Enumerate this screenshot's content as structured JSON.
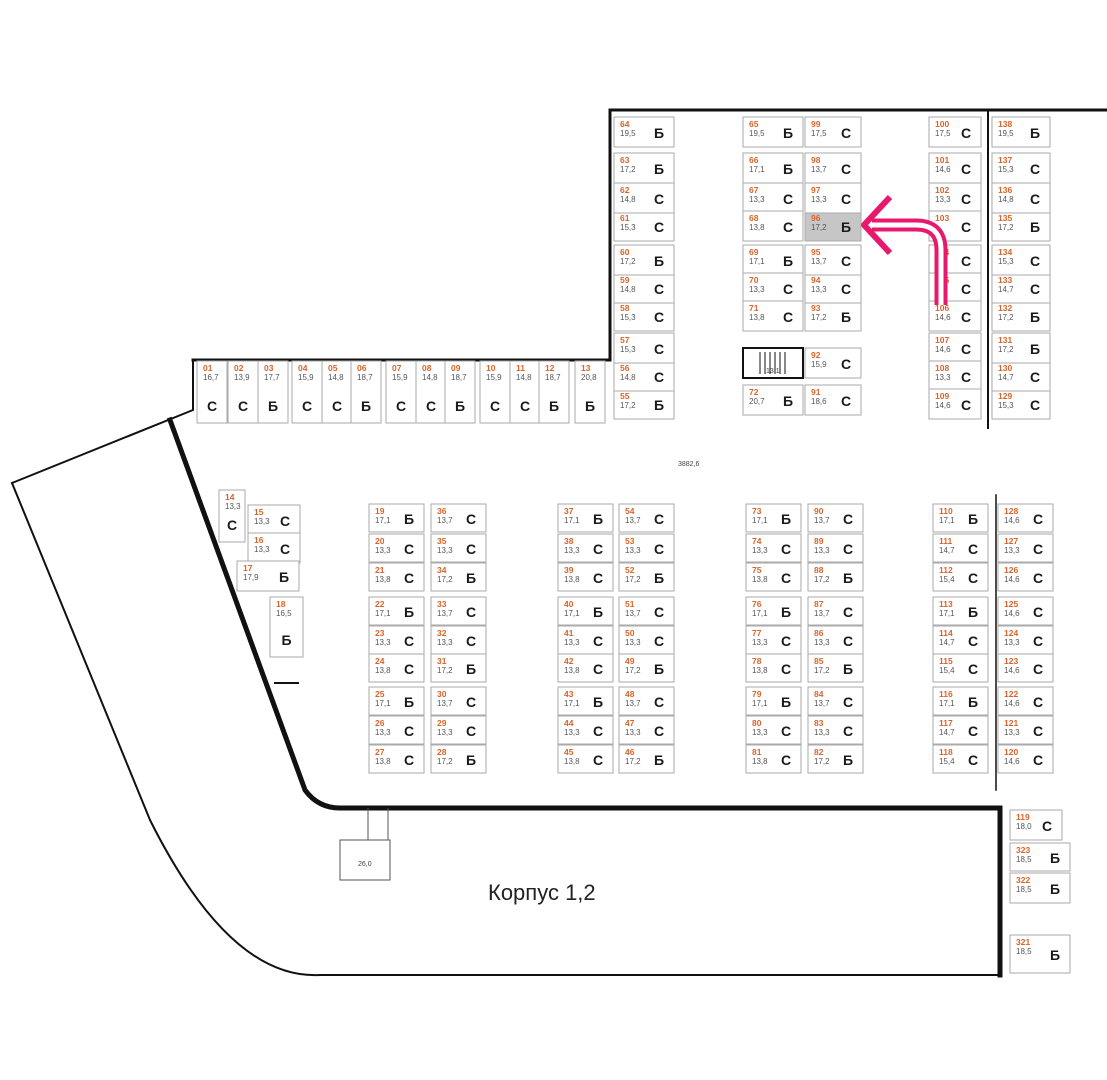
{
  "building_label": "Корпус 1,2",
  "corridor_label": "3882,6",
  "stair_label": "13,1",
  "extra_label": "26,0",
  "colors": {
    "number": "#d9642a",
    "arrow": "#e8186e",
    "highlight": "#c6c6c6"
  },
  "highlighted": "96",
  "spots": [
    {
      "id": "01",
      "area": "16,7",
      "type": "С"
    },
    {
      "id": "02",
      "area": "13,9",
      "type": "С"
    },
    {
      "id": "03",
      "area": "17,7",
      "type": "Б"
    },
    {
      "id": "04",
      "area": "15,9",
      "type": "С"
    },
    {
      "id": "05",
      "area": "14,8",
      "type": "С"
    },
    {
      "id": "06",
      "area": "18,7",
      "type": "Б"
    },
    {
      "id": "07",
      "area": "15,9",
      "type": "С"
    },
    {
      "id": "08",
      "area": "14,8",
      "type": "С"
    },
    {
      "id": "09",
      "area": "18,7",
      "type": "Б"
    },
    {
      "id": "10",
      "area": "15,9",
      "type": "С"
    },
    {
      "id": "11",
      "area": "14,8",
      "type": "С"
    },
    {
      "id": "12",
      "area": "18,7",
      "type": "Б"
    },
    {
      "id": "13",
      "area": "20,8",
      "type": "Б"
    },
    {
      "id": "14",
      "area": "13,3",
      "type": "С"
    },
    {
      "id": "15",
      "area": "13,3",
      "type": "С"
    },
    {
      "id": "16",
      "area": "13,3",
      "type": "С"
    },
    {
      "id": "17",
      "area": "17,9",
      "type": "Б"
    },
    {
      "id": "18",
      "area": "16,5",
      "type": "Б"
    },
    {
      "id": "19",
      "area": "17,1",
      "type": "Б"
    },
    {
      "id": "20",
      "area": "13,3",
      "type": "С"
    },
    {
      "id": "21",
      "area": "13,8",
      "type": "С"
    },
    {
      "id": "22",
      "area": "17,1",
      "type": "Б"
    },
    {
      "id": "23",
      "area": "13,3",
      "type": "С"
    },
    {
      "id": "24",
      "area": "13,8",
      "type": "С"
    },
    {
      "id": "25",
      "area": "17,1",
      "type": "Б"
    },
    {
      "id": "26",
      "area": "13,3",
      "type": "С"
    },
    {
      "id": "27",
      "area": "13,8",
      "type": "С"
    },
    {
      "id": "28",
      "area": "17,2",
      "type": "Б"
    },
    {
      "id": "29",
      "area": "13,3",
      "type": "С"
    },
    {
      "id": "30",
      "area": "13,7",
      "type": "С"
    },
    {
      "id": "31",
      "area": "17,2",
      "type": "Б"
    },
    {
      "id": "32",
      "area": "13,3",
      "type": "С"
    },
    {
      "id": "33",
      "area": "13,7",
      "type": "С"
    },
    {
      "id": "34",
      "area": "17,2",
      "type": "Б"
    },
    {
      "id": "35",
      "area": "13,3",
      "type": "С"
    },
    {
      "id": "36",
      "area": "13,7",
      "type": "С"
    },
    {
      "id": "37",
      "area": "17,1",
      "type": "Б"
    },
    {
      "id": "38",
      "area": "13,3",
      "type": "С"
    },
    {
      "id": "39",
      "area": "13,8",
      "type": "С"
    },
    {
      "id": "40",
      "area": "17,1",
      "type": "Б"
    },
    {
      "id": "41",
      "area": "13,3",
      "type": "С"
    },
    {
      "id": "42",
      "area": "13,8",
      "type": "С"
    },
    {
      "id": "43",
      "area": "17,1",
      "type": "Б"
    },
    {
      "id": "44",
      "area": "13,3",
      "type": "С"
    },
    {
      "id": "45",
      "area": "13,8",
      "type": "С"
    },
    {
      "id": "46",
      "area": "17,2",
      "type": "Б"
    },
    {
      "id": "47",
      "area": "13,3",
      "type": "С"
    },
    {
      "id": "48",
      "area": "13,7",
      "type": "С"
    },
    {
      "id": "49",
      "area": "17,2",
      "type": "Б"
    },
    {
      "id": "50",
      "area": "13,3",
      "type": "С"
    },
    {
      "id": "51",
      "area": "13,7",
      "type": "С"
    },
    {
      "id": "52",
      "area": "17,2",
      "type": "Б"
    },
    {
      "id": "53",
      "area": "13,3",
      "type": "С"
    },
    {
      "id": "54",
      "area": "13,7",
      "type": "С"
    },
    {
      "id": "55",
      "area": "17,2",
      "type": "Б"
    },
    {
      "id": "56",
      "area": "14,8",
      "type": "С"
    },
    {
      "id": "57",
      "area": "15,3",
      "type": "С"
    },
    {
      "id": "58",
      "area": "15,3",
      "type": "С"
    },
    {
      "id": "59",
      "area": "14,8",
      "type": "С"
    },
    {
      "id": "60",
      "area": "17,2",
      "type": "Б"
    },
    {
      "id": "61",
      "area": "15,3",
      "type": "С"
    },
    {
      "id": "62",
      "area": "14,8",
      "type": "С"
    },
    {
      "id": "63",
      "area": "17,2",
      "type": "Б"
    },
    {
      "id": "64",
      "area": "19,5",
      "type": "Б"
    },
    {
      "id": "65",
      "area": "19,5",
      "type": "Б"
    },
    {
      "id": "66",
      "area": "17,1",
      "type": "Б"
    },
    {
      "id": "67",
      "area": "13,3",
      "type": "С"
    },
    {
      "id": "68",
      "area": "13,8",
      "type": "С"
    },
    {
      "id": "69",
      "area": "17,1",
      "type": "Б"
    },
    {
      "id": "70",
      "area": "13,3",
      "type": "С"
    },
    {
      "id": "71",
      "area": "13,8",
      "type": "С"
    },
    {
      "id": "72",
      "area": "20,7",
      "type": "Б"
    },
    {
      "id": "73",
      "area": "17,1",
      "type": "Б"
    },
    {
      "id": "74",
      "area": "13,3",
      "type": "С"
    },
    {
      "id": "75",
      "area": "13,8",
      "type": "С"
    },
    {
      "id": "76",
      "area": "17,1",
      "type": "Б"
    },
    {
      "id": "77",
      "area": "13,3",
      "type": "С"
    },
    {
      "id": "78",
      "area": "13,8",
      "type": "С"
    },
    {
      "id": "79",
      "area": "17,1",
      "type": "Б"
    },
    {
      "id": "80",
      "area": "13,3",
      "type": "С"
    },
    {
      "id": "81",
      "area": "13,8",
      "type": "С"
    },
    {
      "id": "82",
      "area": "17,2",
      "type": "Б"
    },
    {
      "id": "83",
      "area": "13,3",
      "type": "С"
    },
    {
      "id": "84",
      "area": "13,7",
      "type": "С"
    },
    {
      "id": "85",
      "area": "17,2",
      "type": "Б"
    },
    {
      "id": "86",
      "area": "13,3",
      "type": "С"
    },
    {
      "id": "87",
      "area": "13,7",
      "type": "С"
    },
    {
      "id": "88",
      "area": "17,2",
      "type": "Б"
    },
    {
      "id": "89",
      "area": "13,3",
      "type": "С"
    },
    {
      "id": "90",
      "area": "13,7",
      "type": "С"
    },
    {
      "id": "91",
      "area": "18,6",
      "type": "С"
    },
    {
      "id": "92",
      "area": "15,9",
      "type": "С"
    },
    {
      "id": "93",
      "area": "17,2",
      "type": "Б"
    },
    {
      "id": "94",
      "area": "13,3",
      "type": "С"
    },
    {
      "id": "95",
      "area": "13,7",
      "type": "С"
    },
    {
      "id": "96",
      "area": "17,2",
      "type": "Б"
    },
    {
      "id": "97",
      "area": "13,3",
      "type": "С"
    },
    {
      "id": "98",
      "area": "13,7",
      "type": "С"
    },
    {
      "id": "99",
      "area": "17,5",
      "type": "С"
    },
    {
      "id": "100",
      "area": "17,5",
      "type": "С"
    },
    {
      "id": "101",
      "area": "14,6",
      "type": "С"
    },
    {
      "id": "102",
      "area": "13,3",
      "type": "С"
    },
    {
      "id": "103",
      "area": "",
      "type": "С"
    },
    {
      "id": "104",
      "area": "",
      "type": "С"
    },
    {
      "id": "105",
      "area": "",
      "type": "С"
    },
    {
      "id": "106",
      "area": "14,6",
      "type": "С"
    },
    {
      "id": "107",
      "area": "14,6",
      "type": "С"
    },
    {
      "id": "108",
      "area": "13,3",
      "type": "С"
    },
    {
      "id": "109",
      "area": "14,6",
      "type": "С"
    },
    {
      "id": "110",
      "area": "17,1",
      "type": "Б"
    },
    {
      "id": "111",
      "area": "14,7",
      "type": "С"
    },
    {
      "id": "112",
      "area": "15,4",
      "type": "С"
    },
    {
      "id": "113",
      "area": "17,1",
      "type": "Б"
    },
    {
      "id": "114",
      "area": "14,7",
      "type": "С"
    },
    {
      "id": "115",
      "area": "15,4",
      "type": "С"
    },
    {
      "id": "116",
      "area": "17,1",
      "type": "Б"
    },
    {
      "id": "117",
      "area": "14,7",
      "type": "С"
    },
    {
      "id": "118",
      "area": "15,4",
      "type": "С"
    },
    {
      "id": "119",
      "area": "18,0",
      "type": "С"
    },
    {
      "id": "120",
      "area": "14,6",
      "type": "С"
    },
    {
      "id": "121",
      "area": "13,3",
      "type": "С"
    },
    {
      "id": "122",
      "area": "14,6",
      "type": "С"
    },
    {
      "id": "123",
      "area": "14,6",
      "type": "С"
    },
    {
      "id": "124",
      "area": "13,3",
      "type": "С"
    },
    {
      "id": "125",
      "area": "14,6",
      "type": "С"
    },
    {
      "id": "126",
      "area": "14,6",
      "type": "С"
    },
    {
      "id": "127",
      "area": "13,3",
      "type": "С"
    },
    {
      "id": "128",
      "area": "14,6",
      "type": "С"
    },
    {
      "id": "129",
      "area": "15,3",
      "type": "С"
    },
    {
      "id": "130",
      "area": "14,7",
      "type": "С"
    },
    {
      "id": "131",
      "area": "17,2",
      "type": "Б"
    },
    {
      "id": "132",
      "area": "17,2",
      "type": "Б"
    },
    {
      "id": "133",
      "area": "14,7",
      "type": "С"
    },
    {
      "id": "134",
      "area": "15,3",
      "type": "С"
    },
    {
      "id": "135",
      "area": "17,2",
      "type": "Б"
    },
    {
      "id": "136",
      "area": "14,8",
      "type": "С"
    },
    {
      "id": "137",
      "area": "15,3",
      "type": "С"
    },
    {
      "id": "138",
      "area": "19,5",
      "type": "Б"
    },
    {
      "id": "321",
      "area": "18,5",
      "type": "Б"
    },
    {
      "id": "322",
      "area": "18,5",
      "type": "Б"
    },
    {
      "id": "323",
      "area": "18,5",
      "type": "Б"
    }
  ]
}
